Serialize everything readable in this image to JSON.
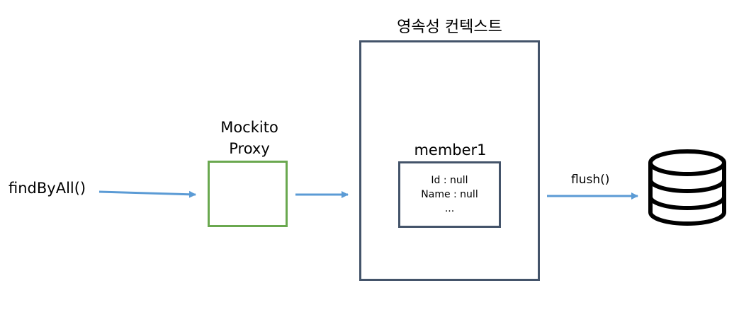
{
  "input_call": "findByAll()",
  "proxy": {
    "label_line1": "Mockito",
    "label_line2": "Proxy"
  },
  "persistence_context": {
    "title": "영속성 컨텍스트",
    "entity": {
      "name": "member1",
      "fields": [
        "Id : null",
        "Name : null",
        "..."
      ]
    }
  },
  "output_call": "flush()",
  "colors": {
    "arrow": "#5b9bd5",
    "proxy_border": "#6aa84f",
    "context_border": "#44546a",
    "database": "#000000"
  },
  "icons": {
    "database": "database-icon"
  }
}
